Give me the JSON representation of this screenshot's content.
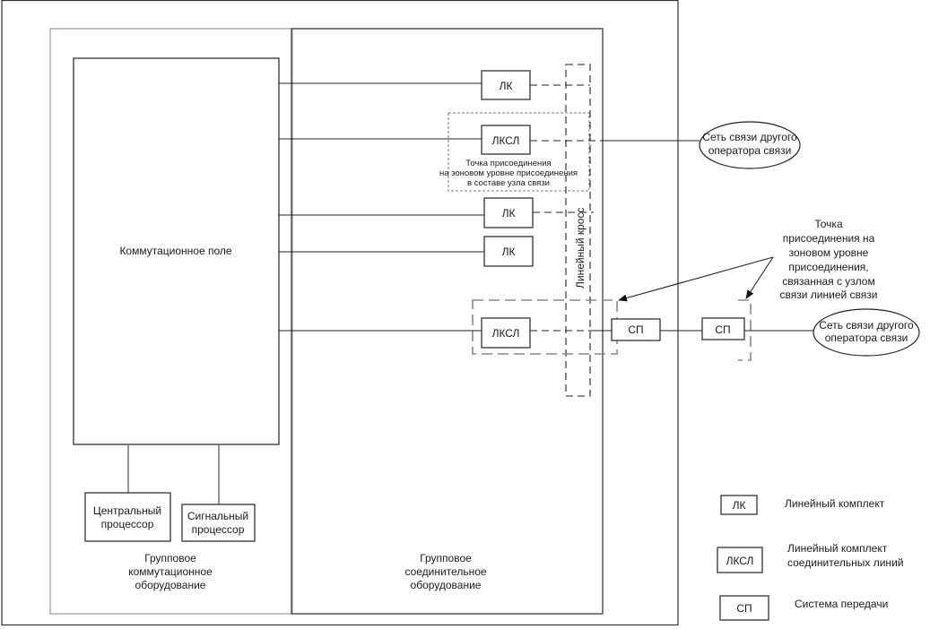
{
  "diagram": {
    "switching_field": "Коммутационное поле",
    "central_processor": [
      "Центральный",
      "процессор"
    ],
    "signal_processor": [
      "Сигнальный",
      "процессор"
    ],
    "group_switching_equipment": [
      "Групповое",
      "коммутационное",
      "оборудование"
    ],
    "group_connecting_equipment": [
      "Групповое",
      "соединительное",
      "оборудование"
    ],
    "line_cross": "Линейный кросс",
    "blocks": {
      "lk1": "ЛК",
      "lksl1": "ЛКСЛ",
      "lk2": "ЛК",
      "lk3": "ЛК",
      "lksl2": "ЛКСЛ",
      "sp1": "СП",
      "sp2": "СП"
    },
    "inner_point_note": [
      "Точка присоединения",
      "на зоновом уровне присоединения",
      "в составе узла связи"
    ],
    "outer_point_note": [
      "Точка",
      "присоединения на",
      "зоновом уровне",
      "присоединения,",
      "связанная с узлом",
      "связи линией связи"
    ],
    "other_operator_network_top": [
      "Сеть связи  другого",
      "оператора связи"
    ],
    "other_operator_network_bottom": [
      "Сеть связи  другого",
      "оператора связи"
    ]
  },
  "legend": {
    "items": [
      {
        "abbr": "ЛК",
        "text": [
          "Линейный комплект"
        ]
      },
      {
        "abbr": "ЛКСЛ",
        "text": [
          "Линейный комплект",
          "соединительных линий"
        ]
      },
      {
        "abbr": "СП",
        "text": [
          "Система передачи"
        ]
      }
    ]
  }
}
